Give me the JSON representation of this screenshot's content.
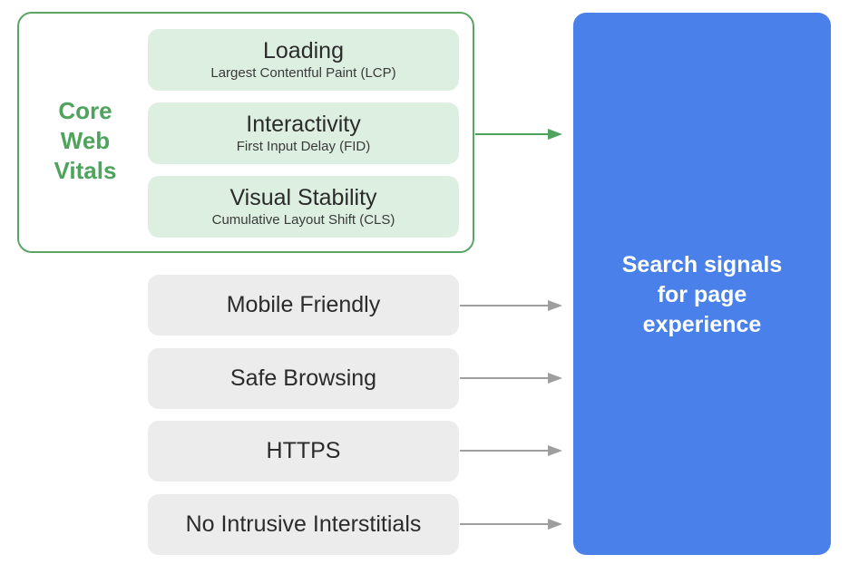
{
  "core_web_vitals": {
    "label_lines": [
      "Core",
      "Web",
      "Vitals"
    ],
    "metrics": [
      {
        "title": "Loading",
        "subtitle": "Largest Contentful Paint (LCP)"
      },
      {
        "title": "Interactivity",
        "subtitle": "First Input Delay (FID)"
      },
      {
        "title": "Visual Stability",
        "subtitle": "Cumulative Layout Shift (CLS)"
      }
    ]
  },
  "other_signals": [
    "Mobile Friendly",
    "Safe Browsing",
    "HTTPS",
    "No Intrusive Interstitials"
  ],
  "target": {
    "lines": [
      "Search signals",
      "for page",
      "experience"
    ]
  },
  "colors": {
    "cwv_green": "#4ea35d",
    "metric_bg": "#dcefe1",
    "signal_bg": "#ececec",
    "target_blue": "#4a80ea",
    "arrow_gray": "#9e9e9e"
  }
}
